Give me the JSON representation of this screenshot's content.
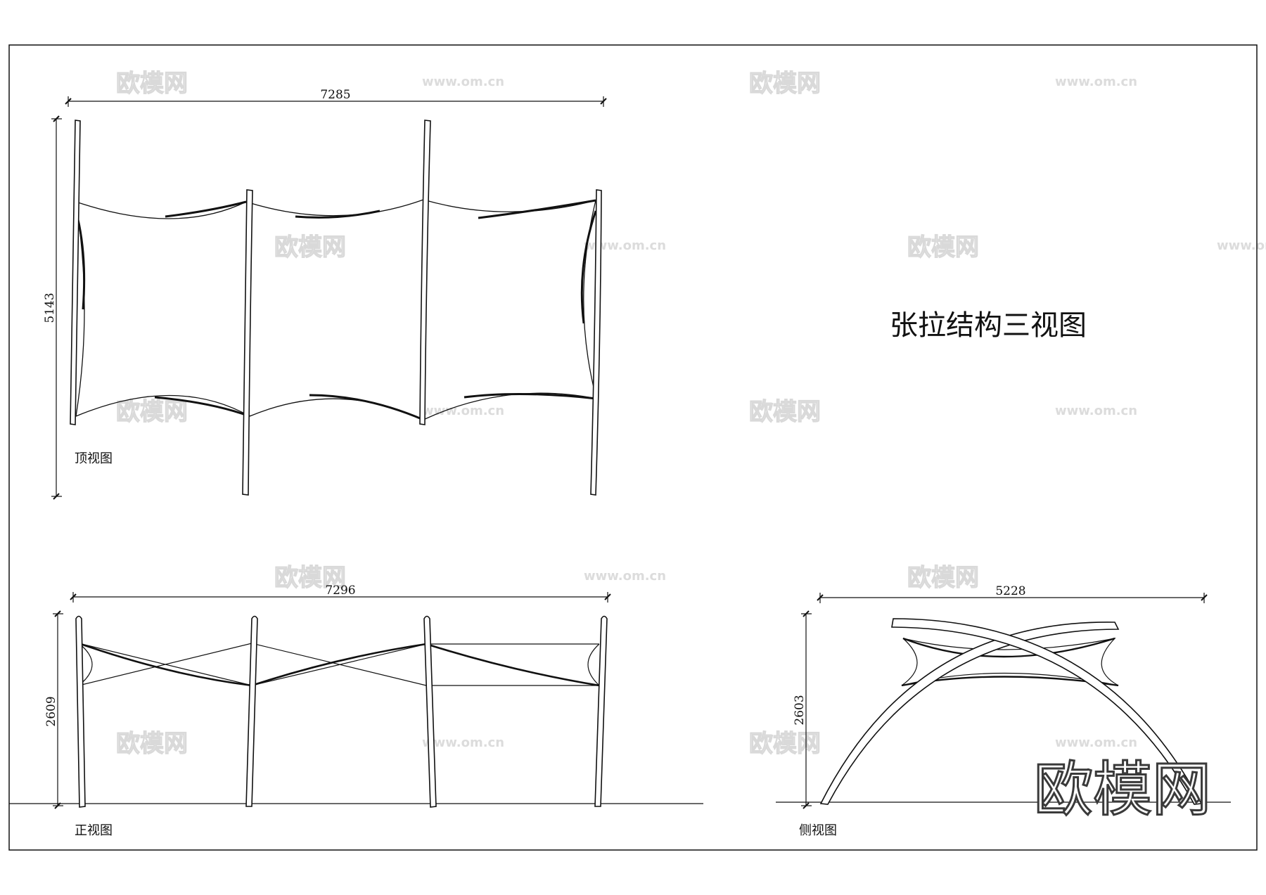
{
  "title": "张拉结构三视图",
  "views": {
    "top": {
      "label": "顶视图",
      "width_dim": "7285",
      "height_dim": "5143"
    },
    "front": {
      "label": "正视图",
      "width_dim": "7296",
      "height_dim": "2609"
    },
    "side": {
      "label": "侧视图",
      "width_dim": "5228",
      "height_dim": "2603"
    }
  },
  "watermark": {
    "logo_text": "欧模网",
    "url_text": "www.om.cn"
  },
  "brand_mark": "欧模网"
}
